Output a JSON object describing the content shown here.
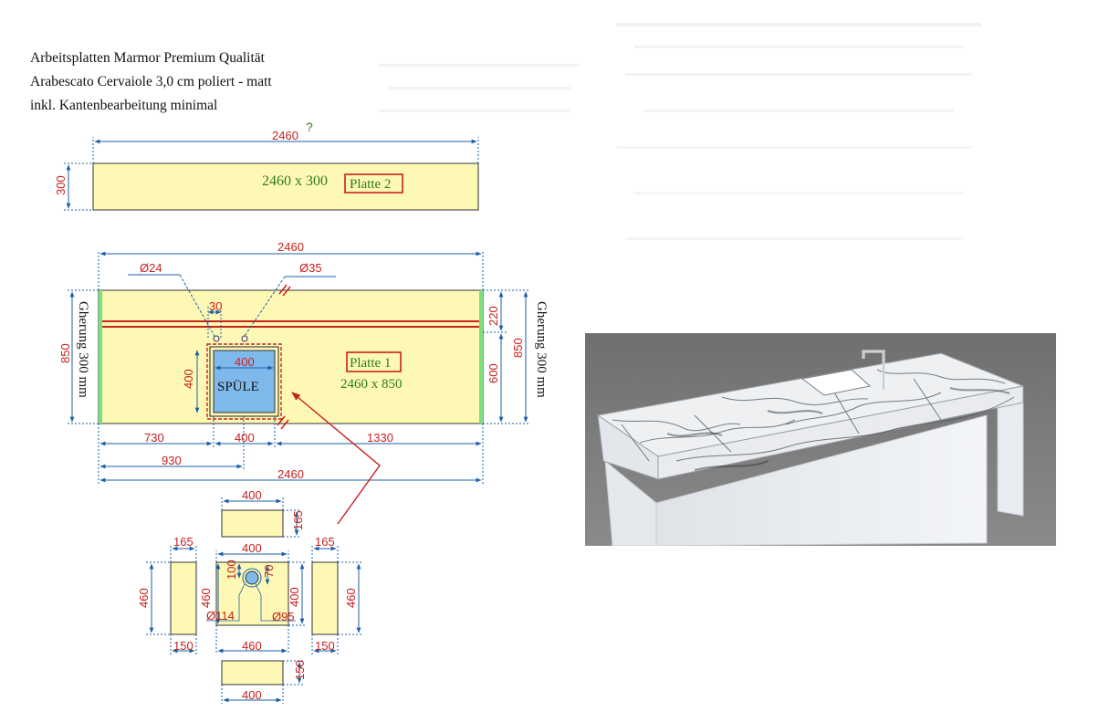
{
  "header": {
    "line1": "Arbeitsplatten Marmor Premium Qualität",
    "line2": "Arabescato Cervaiole 3,0 cm poliert  - matt",
    "line3": "inkl. Kantenbearbeitung minimal"
  },
  "plate2": {
    "dim_width": "2460",
    "question_mark": "?",
    "dim_height": "300",
    "size_label": "2460 x 300",
    "name": "Platte 2"
  },
  "plate1": {
    "dim_width_top": "2460",
    "hole_left": "Ø24",
    "hole_right": "Ø35",
    "dim_30": "30",
    "dim_220": "220",
    "dim_600": "600",
    "dim_850_left": "850",
    "dim_850_right": "850",
    "miter_left": "Gherung 300 mm",
    "miter_right": "Gherung 300 mm",
    "sink_width": "400",
    "sink_height": "400",
    "sink_label": "SPÜLE",
    "name": "Platte 1",
    "size_label": "2460 x 850",
    "dim_730": "730",
    "dim_400": "400",
    "dim_1330": "1330",
    "dim_930": "930",
    "dim_2460_bottom": "2460"
  },
  "sink_parts": {
    "top_w": "400",
    "top_h": "165",
    "left_w": "165",
    "left_h": "460",
    "left_bottom": "150",
    "center_w": "400",
    "center_inner_h": "460",
    "center_h": "400",
    "center_bottom": "460",
    "dim_100": "100",
    "dim_70": "70",
    "drain_114": "Ø114",
    "drain_95": "Ø95",
    "right_w": "165",
    "right_h": "460",
    "right_bottom": "150",
    "bottom_w": "400",
    "bottom_h": "150"
  },
  "colors": {
    "plate_fill": "#fdf9b5",
    "dimension": "#1a5fa8",
    "dimension_text": "#c8211e",
    "label_green": "#2e7d1e",
    "sink_blue": "#7fb8ea"
  }
}
